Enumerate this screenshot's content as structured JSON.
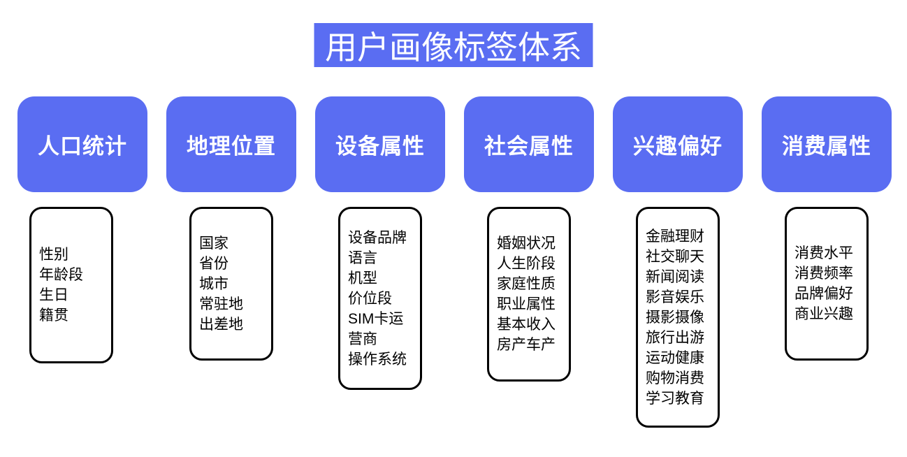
{
  "title": {
    "text": "用户画像标签体系"
  },
  "colors": {
    "accent": "#5a6df2",
    "title_text": "#ffffff",
    "header_text": "#ffffff",
    "detail_border": "#000000",
    "detail_text": "#000000",
    "background": "#ffffff"
  },
  "columns": [
    {
      "id": "demographics",
      "header": "人口统计",
      "items": [
        "性别",
        "年龄段",
        "生日",
        "籍贯"
      ]
    },
    {
      "id": "geo-location",
      "header": "地理位置",
      "items": [
        "国家",
        "省份",
        "城市",
        "常驻地",
        "出差地"
      ]
    },
    {
      "id": "device-attributes",
      "header": "设备属性",
      "items": [
        "设备品牌",
        "语言",
        "机型",
        "价位段",
        "SIM卡运营商",
        "操作系统"
      ]
    },
    {
      "id": "social-attributes",
      "header": "社会属性",
      "items": [
        "婚姻状况",
        "人生阶段",
        "家庭性质",
        "职业属性",
        "基本收入",
        "房产车产"
      ]
    },
    {
      "id": "interest-preferences",
      "header": "兴趣偏好",
      "items": [
        "金融理财",
        "社交聊天",
        "新闻阅读",
        "影音娱乐",
        "摄影摄像",
        "旅行出游",
        "运动健康",
        "购物消费",
        "学习教育"
      ]
    },
    {
      "id": "consumption-attributes",
      "header": "消费属性",
      "items": [
        "消费水平",
        "消费频率",
        "品牌偏好",
        "商业兴趣"
      ]
    }
  ]
}
